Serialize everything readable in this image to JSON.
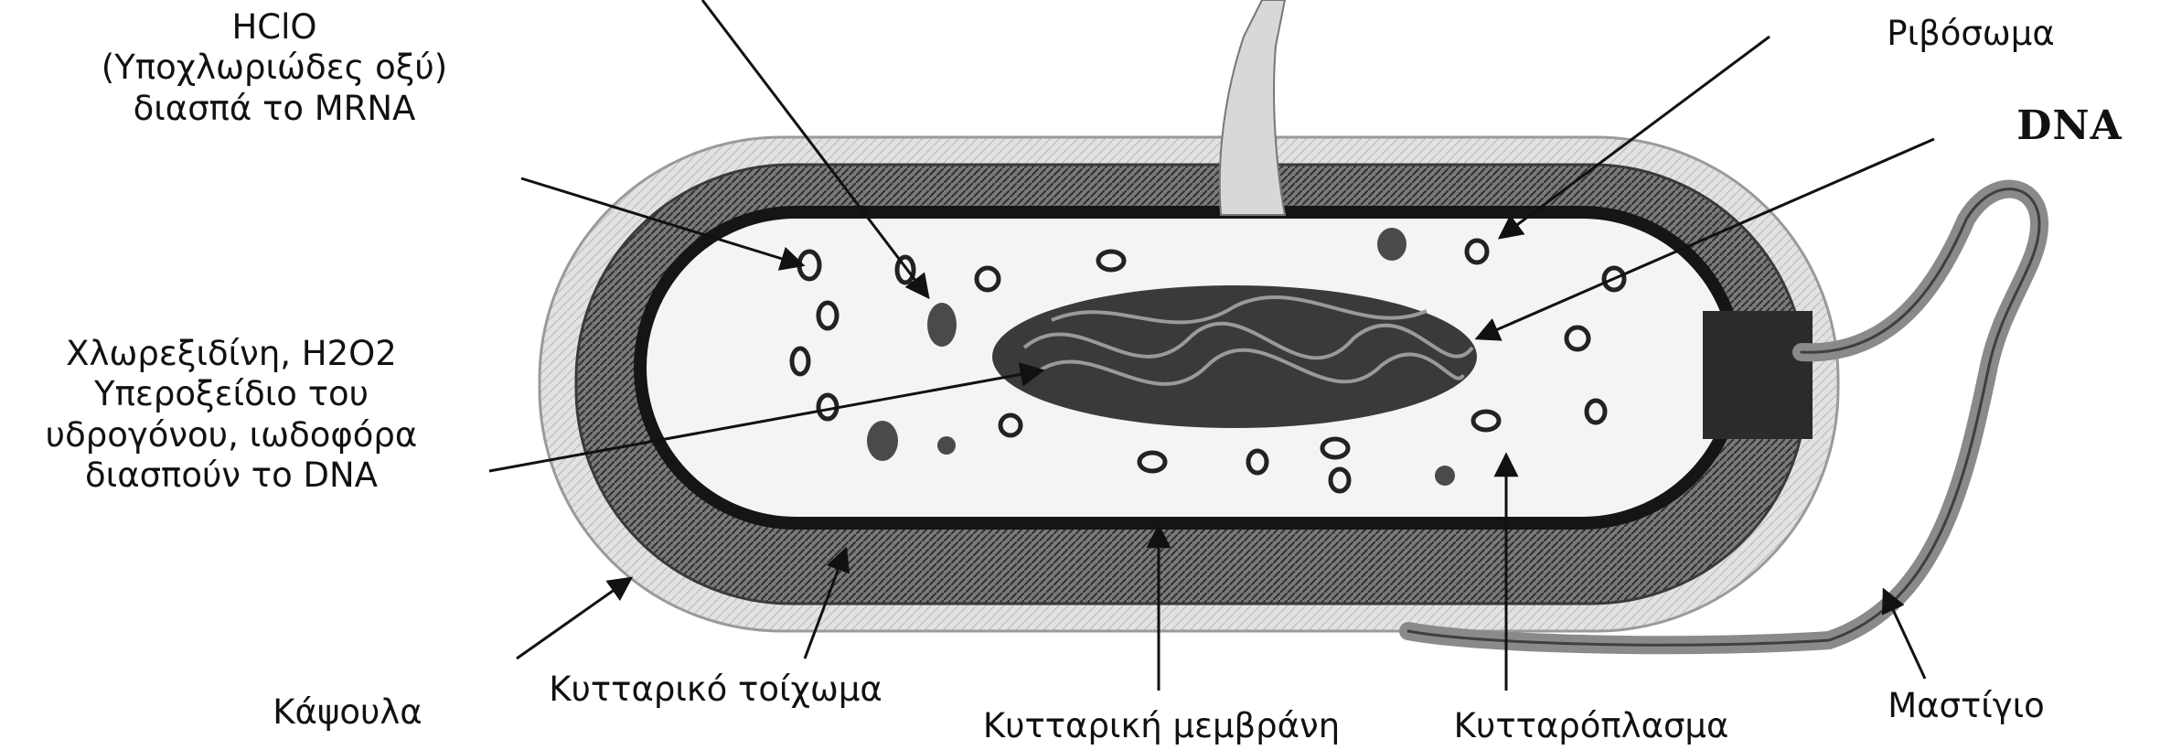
{
  "labels": {
    "hclo": {
      "lines": [
        "HClO",
        "(Υποχλωριώδες οξύ)",
        "διασπά το MRNA"
      ]
    },
    "ribosome": "Ριβόσωμα",
    "dna": "DNA",
    "chlorhexidine": {
      "lines": [
        "Χλωρεξιδίνη, H2O2",
        "Υπεροξείδιο του",
        "υδρογόνου, ιωδοφόρα",
        "διασπούν το DNA"
      ]
    },
    "capsule": "Κάψουλα",
    "cell_wall": "Κυτταρικό τοίχωμα",
    "cell_membrane": "Κυτταρική μεμβράνη",
    "cytoplasm": "Κυτταρόπλασμα",
    "flagellum": "Μαστίγιο"
  },
  "colors": {
    "ink": "#111111",
    "capsule_fill": "#dcdcdc",
    "wall_fill": "#6f6f6f",
    "membrane": "#151515",
    "cytoplasm_fill": "#f4f4f4",
    "nucleoid": "#2a2a2a"
  }
}
